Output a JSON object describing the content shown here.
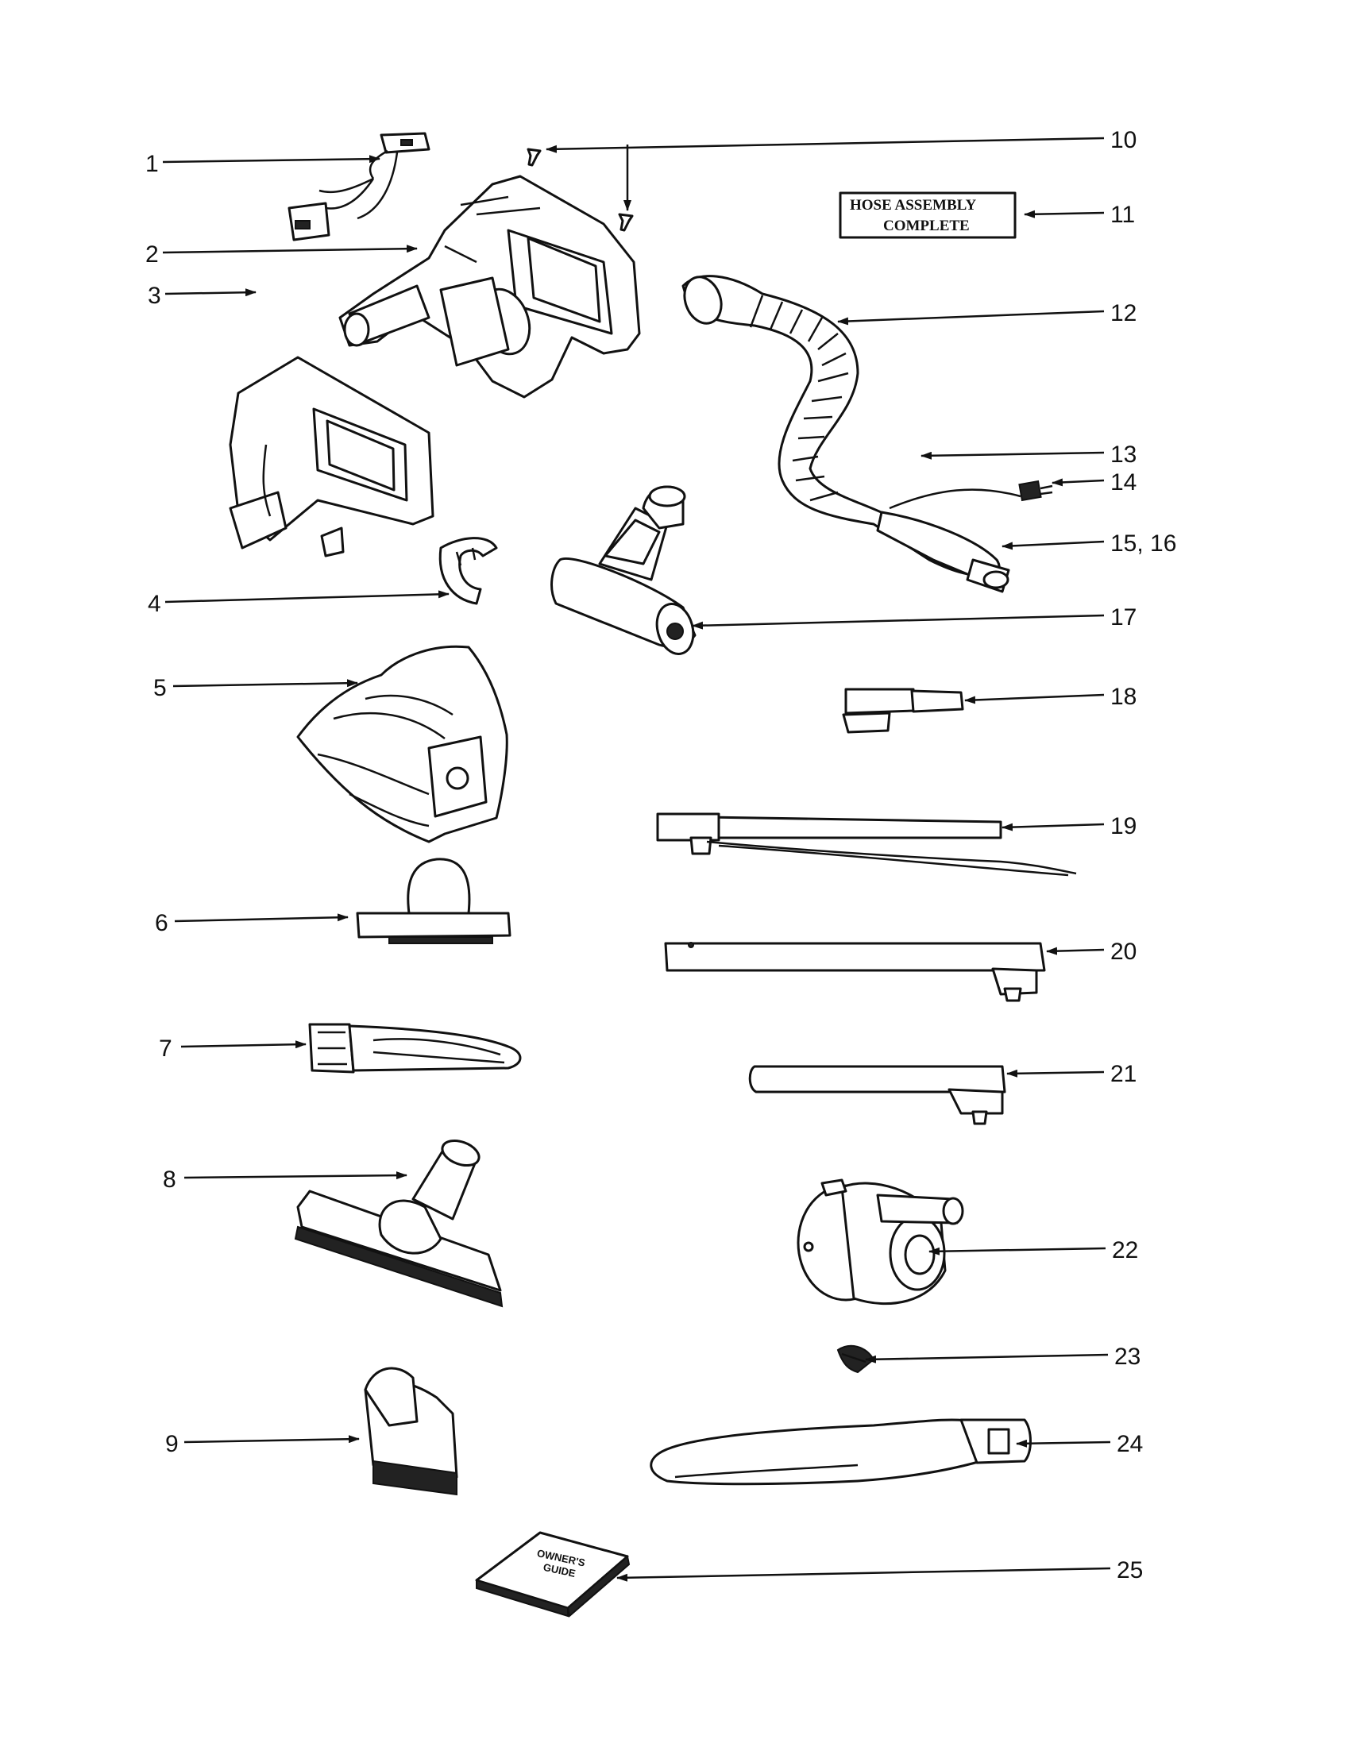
{
  "callouts": [
    {
      "id": "1",
      "text": "1"
    },
    {
      "id": "2",
      "text": "2"
    },
    {
      "id": "3",
      "text": "3"
    },
    {
      "id": "4",
      "text": "4"
    },
    {
      "id": "5",
      "text": "5"
    },
    {
      "id": "6",
      "text": "6"
    },
    {
      "id": "7",
      "text": "7"
    },
    {
      "id": "8",
      "text": "8"
    },
    {
      "id": "9",
      "text": "9"
    },
    {
      "id": "10",
      "text": "10"
    },
    {
      "id": "11",
      "text": "11"
    },
    {
      "id": "12",
      "text": "12"
    },
    {
      "id": "13",
      "text": "13"
    },
    {
      "id": "14",
      "text": "14"
    },
    {
      "id": "15_16",
      "text": "15, 16"
    },
    {
      "id": "17",
      "text": "17"
    },
    {
      "id": "18",
      "text": "18"
    },
    {
      "id": "19",
      "text": "19"
    },
    {
      "id": "20",
      "text": "20"
    },
    {
      "id": "21",
      "text": "21"
    },
    {
      "id": "22",
      "text": "22"
    },
    {
      "id": "23",
      "text": "23"
    },
    {
      "id": "24",
      "text": "24"
    },
    {
      "id": "25",
      "text": "25"
    }
  ],
  "hose_label": {
    "line1": "HOSE ASSEMBLY",
    "line2": "COMPLETE"
  },
  "owners_guide": {
    "line1": "OWNER'S",
    "line2": "GUIDE"
  }
}
